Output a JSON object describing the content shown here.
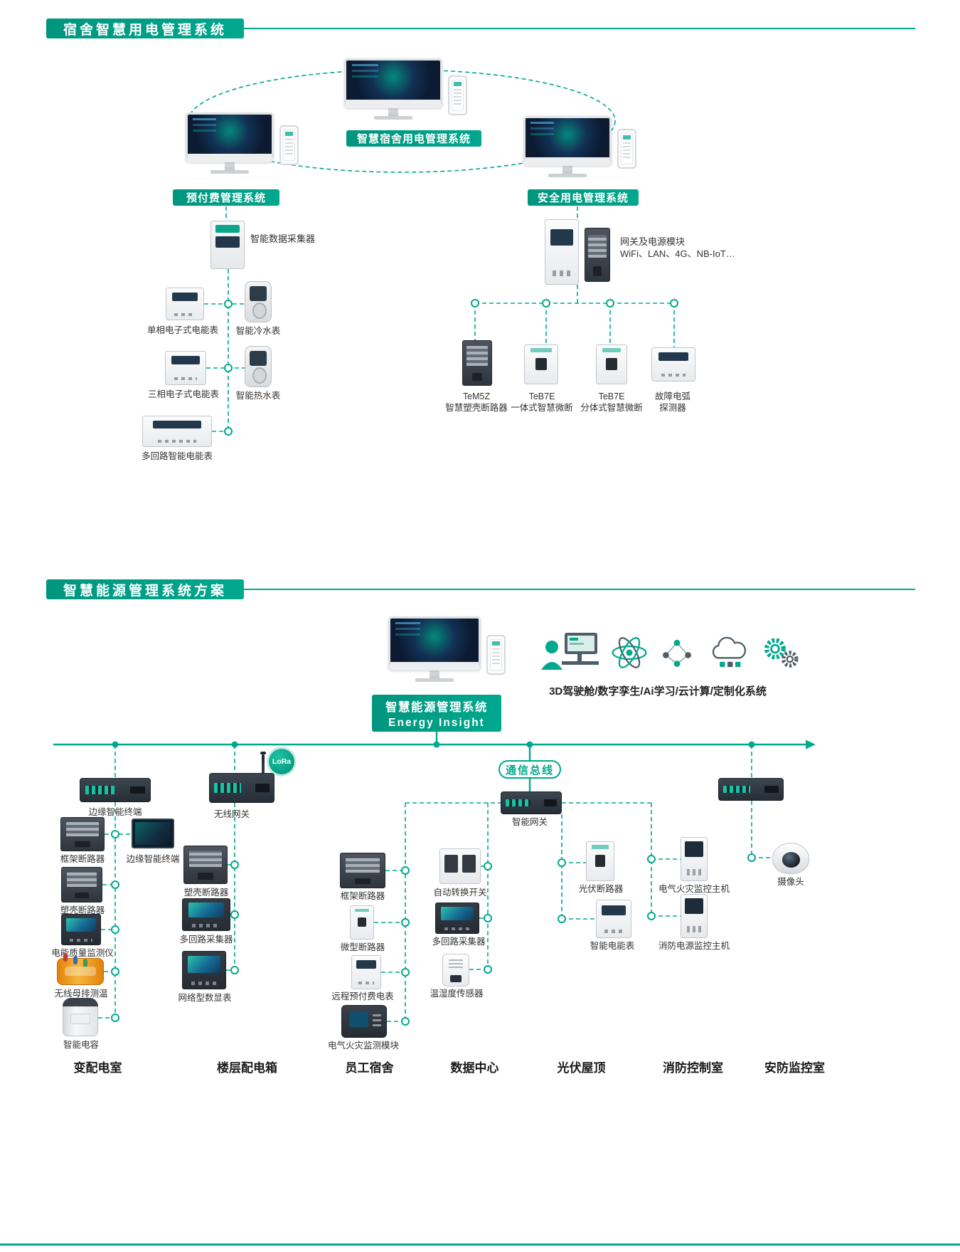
{
  "accent": "#00a88e",
  "top": {
    "header": "宿舍智慧用电管理系统",
    "center_system": "智慧宿舍用电管理系统",
    "prepaid": {
      "title": "预付费管理系统",
      "collector": "智能数据采集器",
      "devices": [
        "单相电子式电能表",
        "智能冷水表",
        "三相电子式电能表",
        "智能热水表",
        "多回路智能电能表"
      ]
    },
    "safety": {
      "title": "安全用电管理系统",
      "gateway": "网关及电源模块\nWiFi、LAN、4G、NB-IoT…",
      "devices": [
        "TeM5Z\n智慧塑壳断路器",
        "TeB7E\n一体式智慧微断",
        "TeB7E\n分体式智慧微断",
        "故障电弧\n探测器"
      ]
    }
  },
  "bottom": {
    "header": "智慧能源管理系统方案",
    "capabilities": "3D驾驶舱/数字孪生/Ai学习/云计算/定制化系统",
    "system_title": "智慧能源管理系统",
    "system_subtitle": "Energy Insight",
    "bus_label": "通信总线",
    "lora": "LoRa",
    "smart_gateway": "智能网关",
    "locations": {
      "substation": {
        "name": "变配电室",
        "devices": [
          "边缘智能终端",
          "框架断路器",
          "边缘智能终端",
          "塑壳断路器",
          "电能质量监测仪",
          "无线母排测温",
          "智能电容"
        ]
      },
      "floor_box": {
        "name": "楼层配电箱",
        "devices": [
          "无线网关",
          "塑壳断路器",
          "多回路采集器",
          "网络型数显表"
        ]
      },
      "dormitory": {
        "name": "员工宿舍",
        "devices": [
          "框架断路器",
          "微型断路器",
          "远程预付费电表",
          "电气火灾监测模块"
        ]
      },
      "datacenter": {
        "name": "数据中心",
        "devices": [
          "自动转换开关",
          "多回路采集器",
          "温湿度传感器"
        ]
      },
      "pv_roof": {
        "name": "光伏屋顶",
        "devices": [
          "光伏断路器",
          "智能电能表"
        ]
      },
      "fire_room": {
        "name": "消防控制室",
        "devices": [
          "电气火灾监控主机",
          "消防电源监控主机"
        ]
      },
      "security_room": {
        "name": "安防监控室",
        "devices": [
          "摄像头"
        ]
      }
    }
  }
}
